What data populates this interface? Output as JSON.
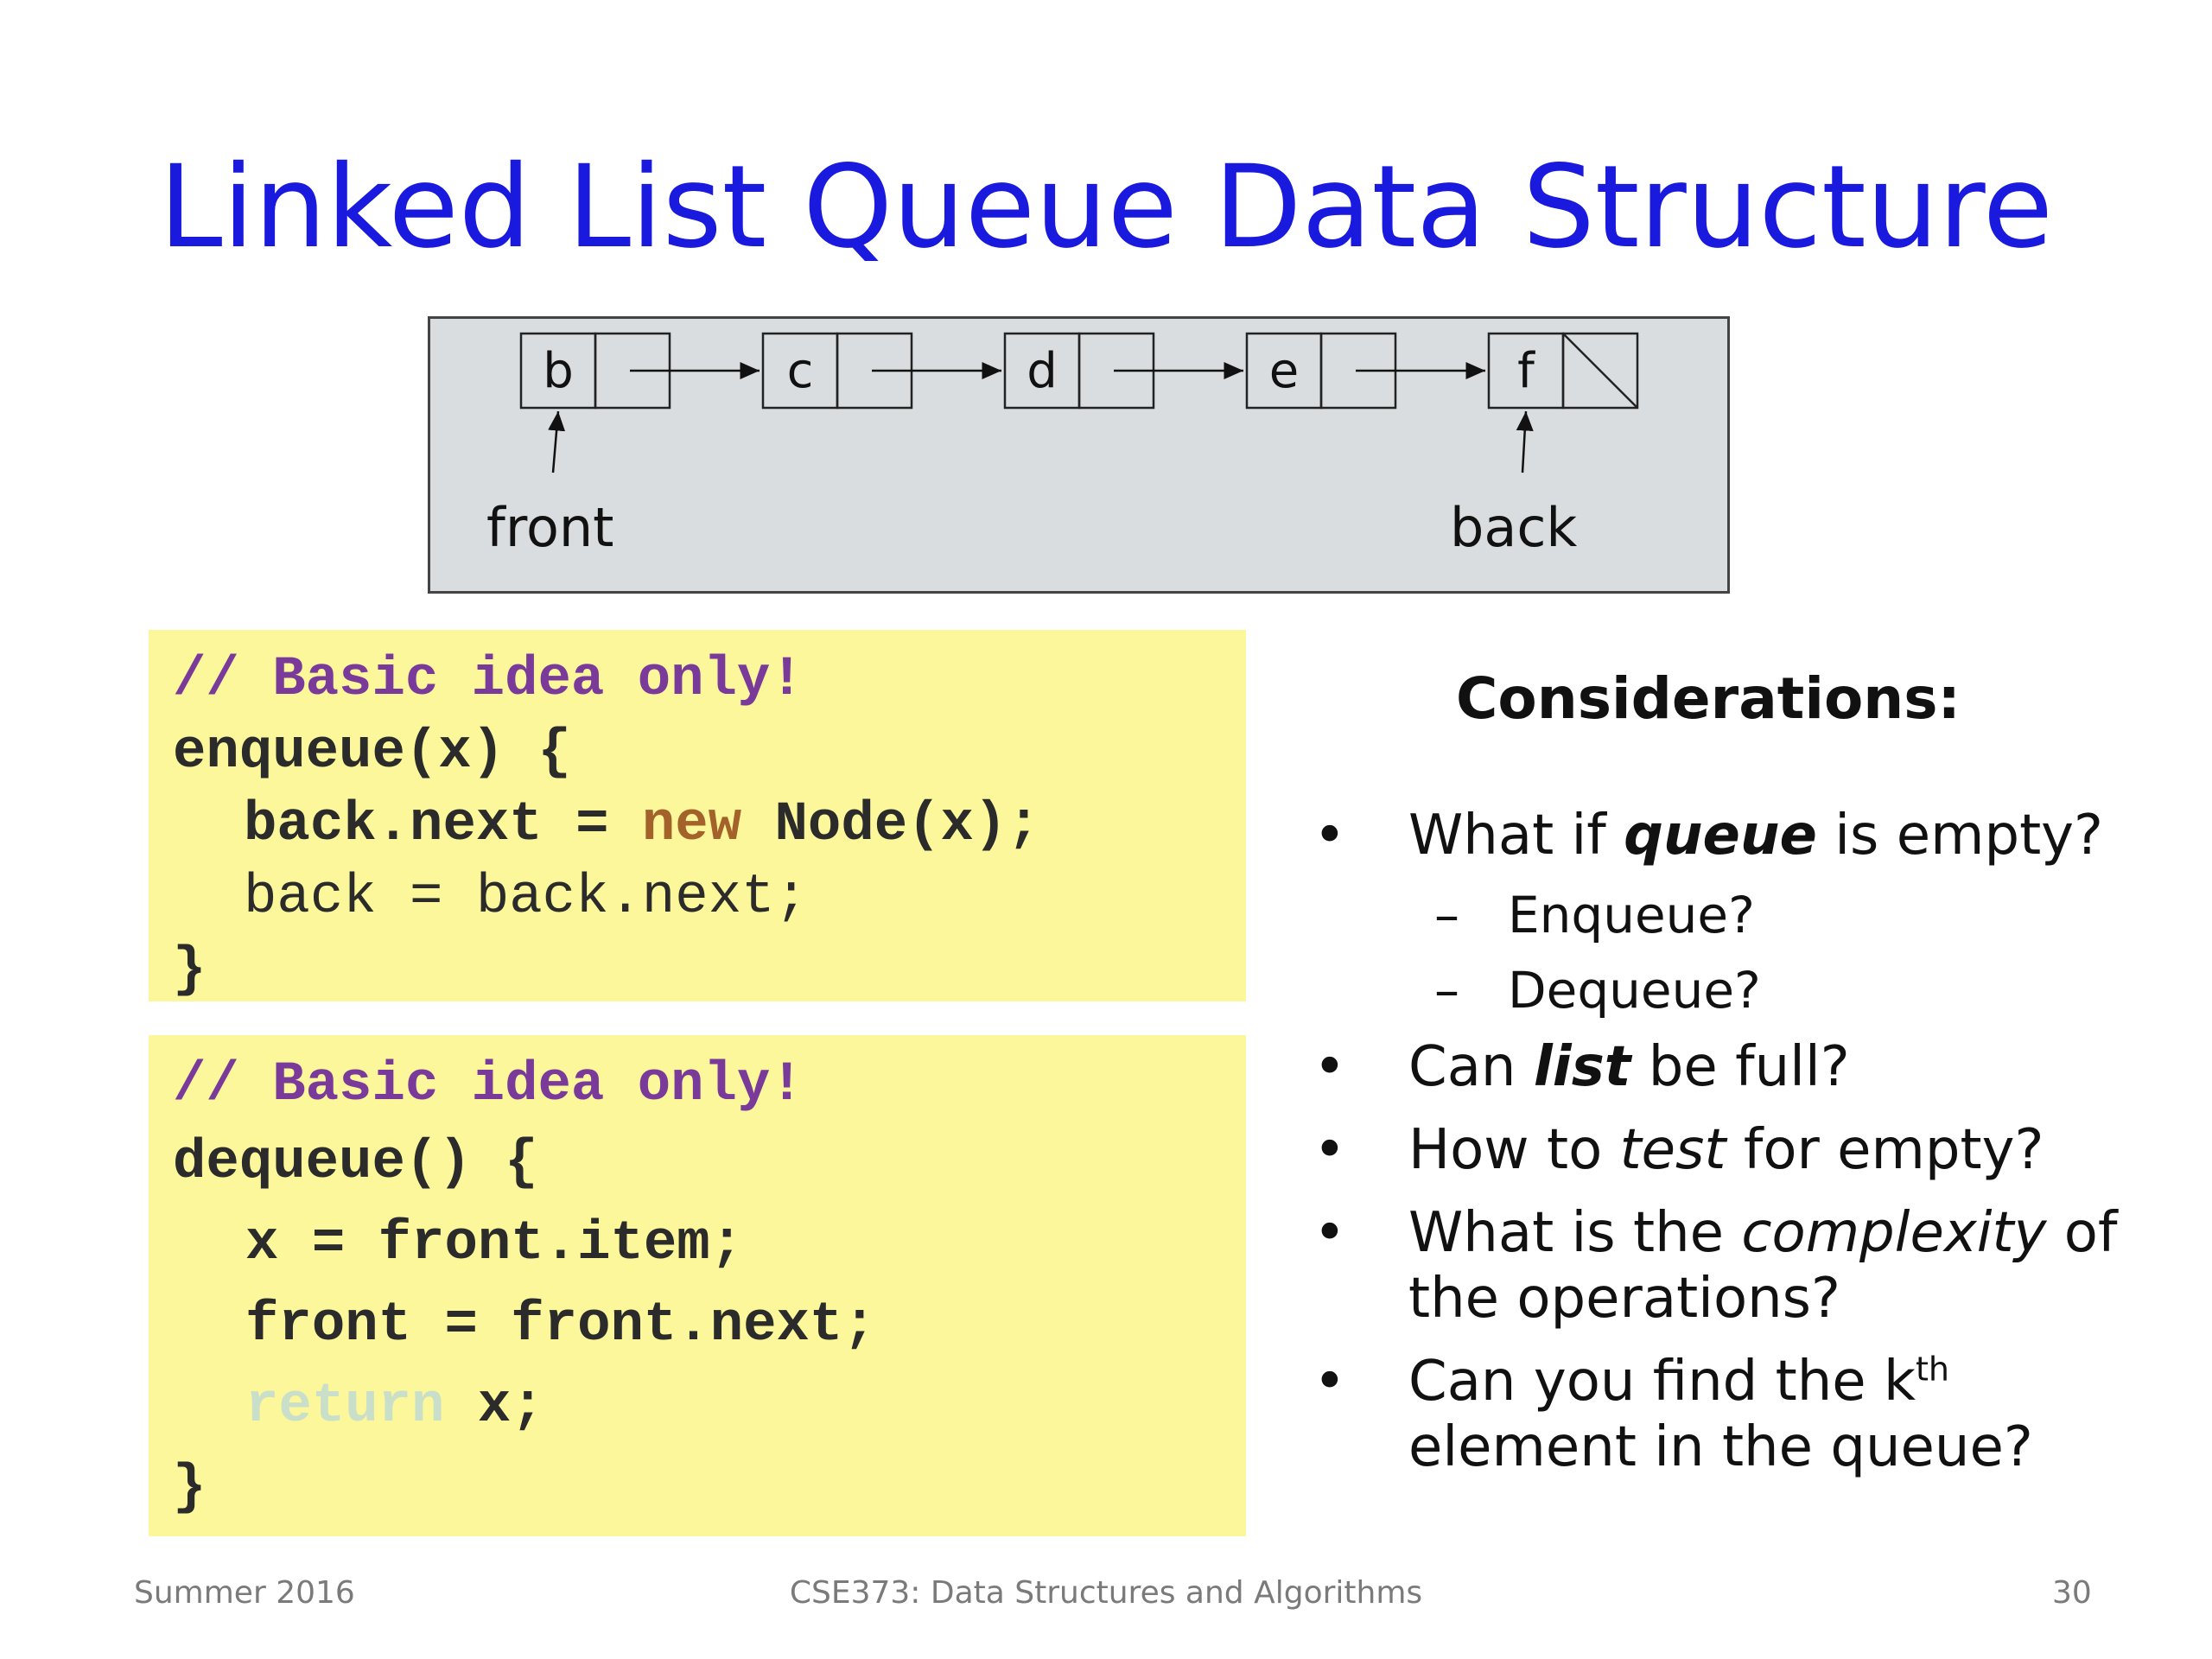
{
  "slide": {
    "title": "Linked List Queue Data Structure"
  },
  "diagram": {
    "nodes": [
      "b",
      "c",
      "d",
      "e",
      "f"
    ],
    "front_label": "front",
    "back_label": "back"
  },
  "enqueue_code": {
    "comment": "// Basic idea only!",
    "sig": "enqueue(x) {",
    "l1_a": "back.next = ",
    "l1_new": "new",
    "l1_b": " Node(x);",
    "l2": "back = back.next;",
    "close": "}"
  },
  "dequeue_code": {
    "comment": "// Basic idea only!",
    "sig": "dequeue() {",
    "l1": "x = front.item;",
    "l2": "front = front.next;",
    "l3_ret": "return",
    "l3_b": " x;",
    "close": "}"
  },
  "considerations": {
    "title": "Considerations:",
    "b1_pre": "What if ",
    "b1_em": "queue",
    "b1_post": " is empty?",
    "sub1": "Enqueue?",
    "sub2": "Dequeue?",
    "b2_pre": "Can ",
    "b2_em": "list",
    "b2_post": " be full?",
    "b3_pre": "How to ",
    "b3_em": "test",
    "b3_post": " for empty?",
    "b4_pre": "What is the ",
    "b4_em": "complexity",
    "b4_post": " of",
    "b4_line2": "the operations?",
    "b5_pre": "Can you find the k",
    "b5_sup": "th",
    "b5_line2": "element in the queue?"
  },
  "footer": {
    "left": "Summer 2016",
    "center": "CSE373: Data Structures and Algorithms",
    "right": "30"
  }
}
